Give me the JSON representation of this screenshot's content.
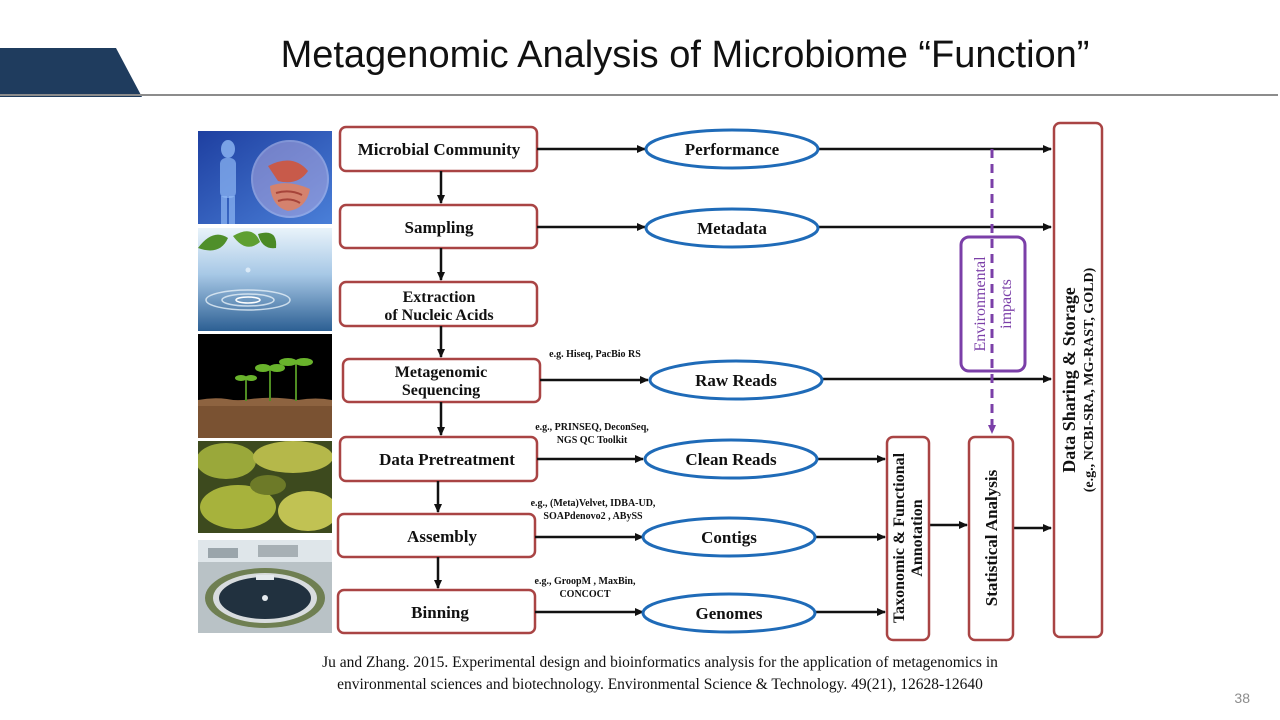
{
  "slide": {
    "title": "Metagenomic Analysis of Microbiome “Function”",
    "page_number": "38",
    "accent_color": "#1f3c5e"
  },
  "diagram": {
    "steps": [
      {
        "label": [
          "Microbial Community"
        ]
      },
      {
        "label": [
          "Sampling"
        ]
      },
      {
        "label": [
          "Extraction",
          "of Nucleic Acids"
        ]
      },
      {
        "label": [
          "Metagenomic",
          "Sequencing"
        ]
      },
      {
        "label": [
          "Data Pretreatment"
        ]
      },
      {
        "label": [
          "Assembly"
        ]
      },
      {
        "label": [
          "Binning"
        ]
      }
    ],
    "outputs": [
      "Performance",
      "Metadata",
      "Raw Reads",
      "Clean Reads",
      "Contigs",
      "Genomes"
    ],
    "tool_notes": [
      [
        "e.g. Hiseq, PacBio RS"
      ],
      [
        "e.g., PRINSEQ, DeconSeq,",
        "NGS QC Toolkit"
      ],
      [
        "e.g., (Meta)Velvet, IDBA-UD,",
        "SOAPdenovo2 , ABySS"
      ],
      [
        "e.g., GroopM , MaxBin,",
        "CONCOCT"
      ]
    ],
    "annotation": [
      "Taxonomic & Functional",
      "Annotation"
    ],
    "statistical": "Statistical Analysis",
    "environmental": [
      "Environmental",
      "impacts"
    ],
    "storage": [
      "Data Sharing & Storage",
      "(e.g., NCBI-SRA, MG-RAST, GOLD)"
    ],
    "colors": {
      "box": "#a94444",
      "oval": "#1f6bb8",
      "env": "#7b3fa8",
      "arrow": "#111111"
    }
  },
  "photos": [
    "human-body-photo",
    "water-leaves-photo",
    "soil-seedlings-photo",
    "moss-rocks-photo",
    "wastewater-plant-photo"
  ],
  "citation": {
    "line1": "Ju and Zhang. 2015. Experimental  design and bioinformatics analysis  for the application of metagenomics  in",
    "line2": "environmental  sciences and biotechnology. Environmental  Science & Technology. 49(21), 12628-12640"
  }
}
